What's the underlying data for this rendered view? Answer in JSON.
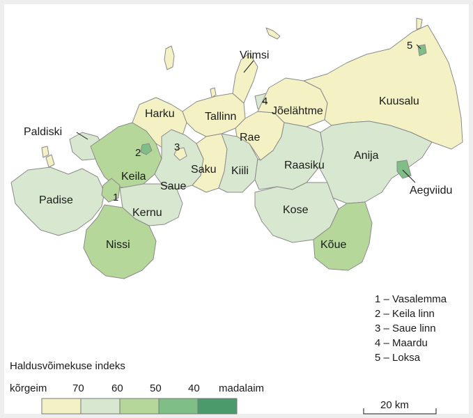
{
  "colors": {
    "c1": "#f4f1c4",
    "c2": "#d8e8d0",
    "c3": "#b6d79a",
    "c4": "#7fbf87",
    "c5": "#4b9a6b",
    "border": "#8a8a8a"
  },
  "labels": {
    "viimsi": "Viimsi",
    "kuusalu": "Kuusalu",
    "harku": "Harku",
    "tallinn": "Tallinn",
    "joelahtme": "Jõelähtme",
    "paldiski": "Paldiski",
    "rae": "Rae",
    "anija": "Anija",
    "keila": "Keila",
    "saku": "Saku",
    "kiili": "Kiili",
    "raasiku": "Raasiku",
    "aegviidu": "Aegviidu",
    "saue": "Saue",
    "padise": "Padise",
    "kernu": "Kernu",
    "kose": "Kose",
    "nissi": "Nissi",
    "koue": "Kõue",
    "n1": "1",
    "n2": "2",
    "n3": "3",
    "n4": "4",
    "n5": "5"
  },
  "key_list": [
    "1 – Vasalemma",
    "2 – Keila linn",
    "3 – Saue linn",
    "4 – Maardu",
    "5 – Loksa"
  ],
  "legend": {
    "title": "Haldusvõimekuse indeks",
    "left_label": "kõrgeim",
    "right_label": "madalaim",
    "ticks": [
      "70",
      "60",
      "50",
      "40"
    ]
  },
  "scale_bar": {
    "label": "20 km"
  }
}
